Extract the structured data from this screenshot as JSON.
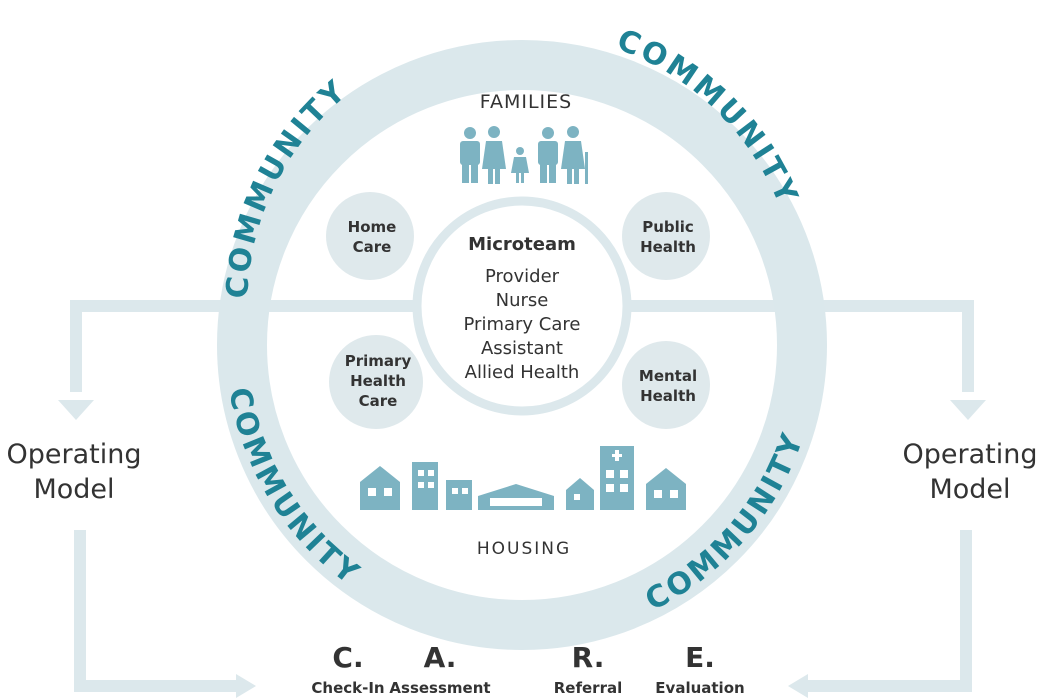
{
  "ring_label": "COMMUNITY",
  "families": {
    "label": "FAMILIES"
  },
  "housing": {
    "label": "HOUSING"
  },
  "center": {
    "title": "Microteam",
    "lines": [
      "Provider",
      "Nurse",
      "Primary Care",
      "Assistant",
      "Allied Health"
    ]
  },
  "satellites": {
    "home_care": [
      "Home",
      "Care"
    ],
    "public_health": [
      "Public",
      "Health"
    ],
    "primary_health_care": [
      "Primary",
      "Health",
      "Care"
    ],
    "mental_health": [
      "Mental",
      "Health"
    ]
  },
  "operating_model": {
    "left": [
      "Operating",
      "Model"
    ],
    "right": [
      "Operating",
      "Model"
    ]
  },
  "care_steps": [
    {
      "letter": "C.",
      "label": "Check-In"
    },
    {
      "letter": "A.",
      "label": "Assessment"
    },
    {
      "letter": "R.",
      "label": "Referral"
    },
    {
      "letter": "E.",
      "label": "Evaluation"
    }
  ],
  "colors": {
    "ring": "#dbe8ec",
    "circle_fill": "#dfe9ec",
    "accent_teal": "#1f8295",
    "icon": "#7db3c2",
    "text": "#333333"
  }
}
